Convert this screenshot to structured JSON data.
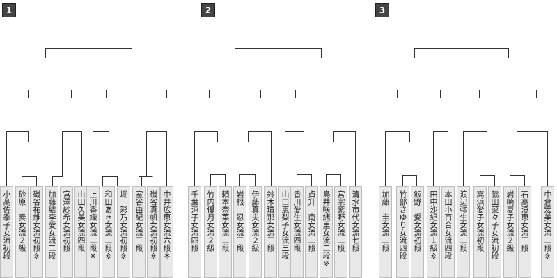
{
  "blocks": [
    {
      "label": "1",
      "players": [
        "小髙佐季子女流初段",
        "砂原　奏女流２級",
        "磯谷祐維女流初段※",
        "加藤結李愛女流二段",
        "宮澤紗希女流初段",
        "山田久美女流四段",
        "上川香織女流二段※",
        "和田あき女流二段※",
        "堀　彩乃女流初段※",
        "室谷由紀女流三段",
        "磯谷真帆女流初段※",
        "中井広恵女流六段＊"
      ]
    },
    {
      "label": "2",
      "players": [
        "千葉涼子女流四段",
        "竹内優月女流２級",
        "頼本奈菜女流二段",
        "岩根　忍女流三段",
        "伊藤真央女流２級",
        "鈴木環那女流三段",
        "山口恵梨子女流三段",
        "香川愛生女流四段",
        "貞升　南女流二段",
        "島井咲緒里女流二段※",
        "宮宗紫野女流二段",
        "清水市代女流七段"
      ]
    },
    {
      "label": "3",
      "players": [
        "加藤　圭女流二段",
        "竹部さゆり女流四段",
        "飯野　愛女流初段",
        "田中沙紀女流１級※",
        "本田小百合女流四段",
        "渡辺弥生女流二段",
        "高浜愛子女流初段",
        "脇田菜々子女流初段",
        "岩崎夏子女流２級",
        "石高澄恵女流三段",
        "中倉宏美女流二段※"
      ]
    }
  ]
}
